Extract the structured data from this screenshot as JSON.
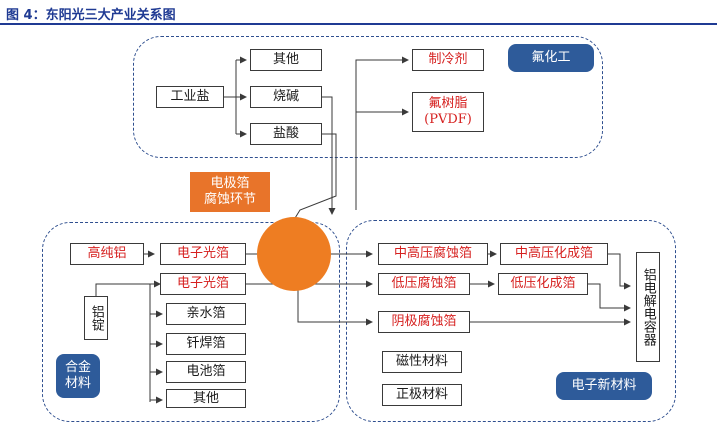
{
  "figure_title": "图 4：东阳光三大产业关系图",
  "groups": {
    "fluorine_chem": "氟化工",
    "alloy_materials": "合金\n材料",
    "electronic_materials": "电子新材料"
  },
  "center_label": "电极箔\n腐蚀环节",
  "nodes": {
    "industrial_salt": "工业盐",
    "other_top": "其他",
    "caustic_soda": "烧碱",
    "hydrochloric_acid": "盐酸",
    "refrigerant": "制冷剂",
    "pvdf_line1": "氟树脂",
    "pvdf_line2": "(PVDF)",
    "high_purity_al": "高纯铝",
    "al_foil_1": "电子光箔",
    "al_foil_2": "电子光箔",
    "al_ingot": "铝锭",
    "hydrophilic_foil": "亲水箔",
    "brazing_foil": "钎焊箔",
    "battery_foil": "电池箔",
    "other_bottom": "其他",
    "mhv_etched": "中高压腐蚀箔",
    "mhv_formed": "中高压化成箔",
    "lv_etched": "低压腐蚀箔",
    "lv_formed": "低压化成箔",
    "cathode_etched": "阴极腐蚀箔",
    "magnetic_material": "磁性材料",
    "cathode_material": "正极材料",
    "capacitor": "铝电解电容器"
  },
  "colors": {
    "group_border": "#2f4f8f",
    "tag_blue": "#2e5b9a",
    "tag_orange": "#e8742a",
    "circle_fill": "#ee7d22",
    "red_text": "#d6201f",
    "arrow": "#3a3a3a"
  }
}
